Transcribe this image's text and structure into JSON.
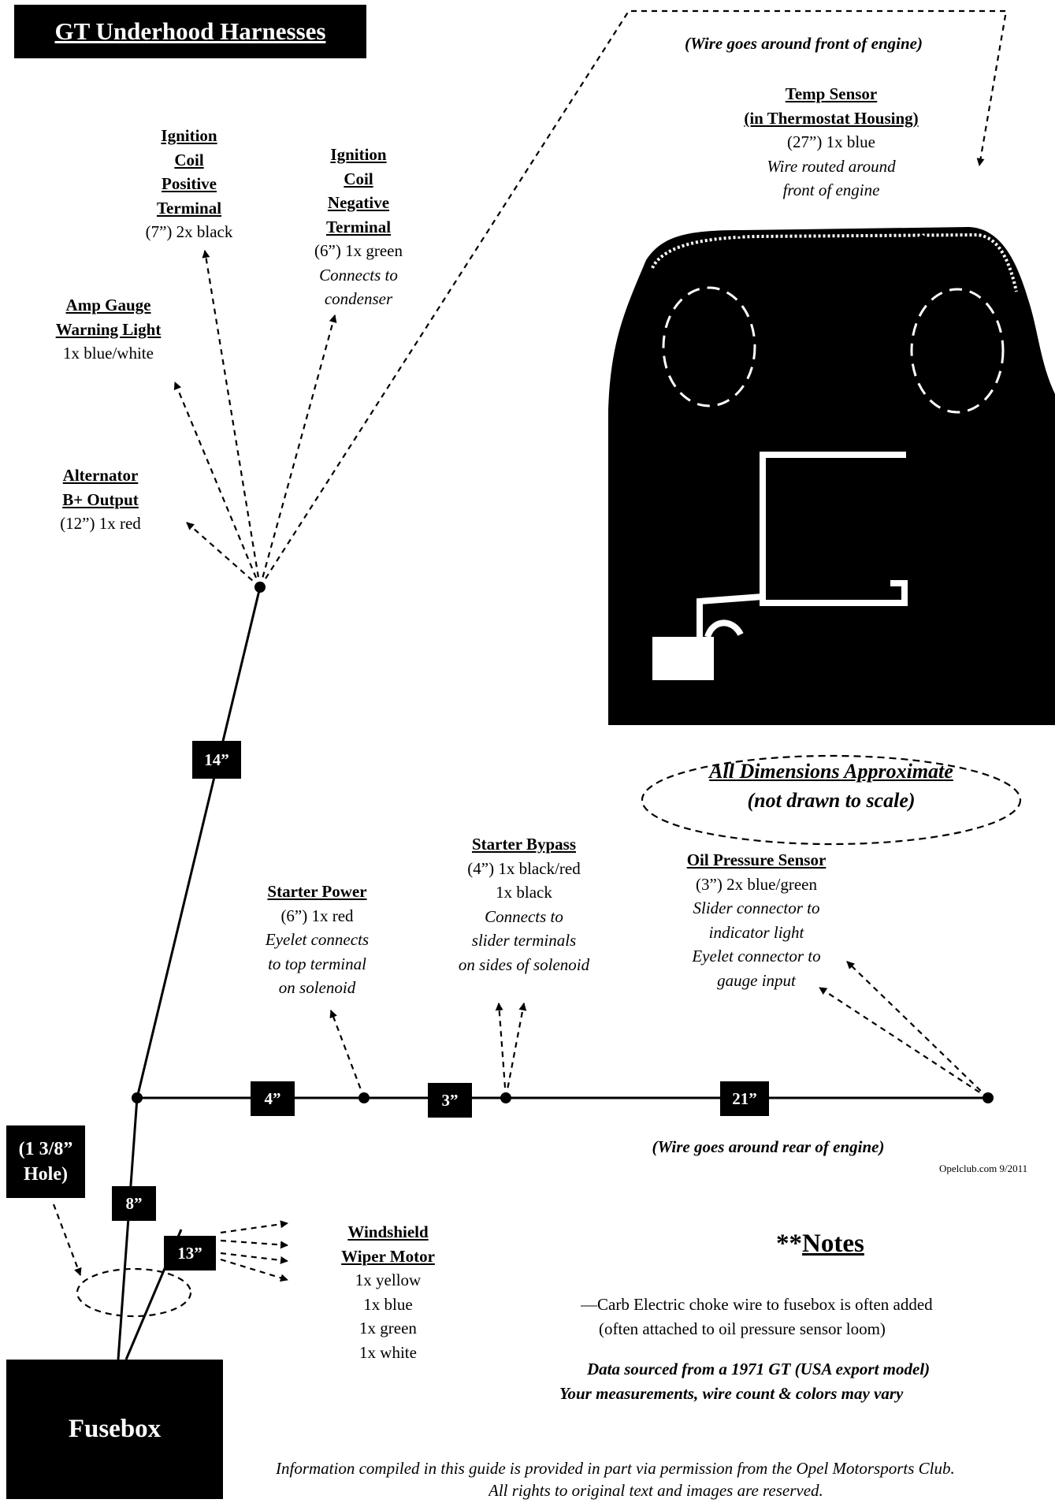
{
  "title": "GT Underhood Harnesses",
  "footnote_top": "(Wire goes around front of engine)",
  "footnote_rear": "(Wire goes around rear of engine)",
  "credit": "Opelclub.com 9/2011",
  "fusebox": "Fusebox",
  "hole": [
    "(1 3/8”",
    "Hole)"
  ],
  "dimensions": {
    "main_trunk": "14”",
    "branch_a": "4”",
    "branch_b": "3”",
    "branch_c": "21”",
    "lower_trunk": "8”",
    "wiper": "13”"
  },
  "approx": {
    "line1": "All Dimensions Approximate",
    "line2": "(not drawn to scale)"
  },
  "labels": {
    "ign_pos": {
      "head": [
        "Ignition",
        "Coil",
        "Positive",
        "Terminal"
      ],
      "lines": [
        "(7”) 2x black"
      ],
      "italic": []
    },
    "ign_neg": {
      "head": [
        "Ignition",
        "Coil",
        "Negative",
        "Terminal"
      ],
      "lines": [
        "(6”) 1x green"
      ],
      "italic": [
        "Connects to",
        "condenser"
      ]
    },
    "amp": {
      "head": [
        "Amp Gauge",
        "Warning Light"
      ],
      "lines": [
        "1x blue/white"
      ],
      "italic": []
    },
    "alt": {
      "head": [
        "Alternator",
        "B+ Output"
      ],
      "lines": [
        "(12”) 1x red"
      ],
      "italic": []
    },
    "temp": {
      "head": [
        "Temp Sensor",
        "(in Thermostat Housing)"
      ],
      "lines": [
        "(27”) 1x blue"
      ],
      "italic": [
        "Wire routed around",
        "front of engine"
      ]
    },
    "starter_power": {
      "head": [
        "Starter Power"
      ],
      "lines": [
        "(6”) 1x red"
      ],
      "italic": [
        "Eyelet connects",
        "to top terminal",
        "on solenoid"
      ]
    },
    "starter_bypass": {
      "head": [
        "Starter Bypass"
      ],
      "lines": [
        "(4”) 1x black/red",
        "1x black"
      ],
      "italic": [
        "Connects to",
        "slider terminals",
        "on sides of solenoid"
      ]
    },
    "oil": {
      "head": [
        "Oil Pressure Sensor"
      ],
      "lines": [
        "(3”) 2x blue/green"
      ],
      "italic": [
        "Slider connector to",
        "indicator light",
        "Eyelet connector to",
        "gauge input"
      ]
    },
    "wiper": {
      "head": [
        "Windshield",
        "Wiper Motor"
      ],
      "lines": [
        "1x yellow",
        "1x blue",
        "1x green",
        "1x white"
      ],
      "italic": []
    }
  },
  "notes": {
    "heading_prefix": "**",
    "heading": "Notes",
    "line1": "—Carb Electric choke wire to fusebox is often added",
    "line2": "(often attached to oil pressure sensor loom)",
    "line3": "Data sourced from a 1971 GT (USA export model)",
    "line4": "Your measurements, wire count & colors may vary"
  },
  "disclaimer": {
    "line1": "Information compiled in this guide is provided in part via permission from the Opel Motorsports Club.",
    "line2": "All rights to original text and images are reserved."
  }
}
